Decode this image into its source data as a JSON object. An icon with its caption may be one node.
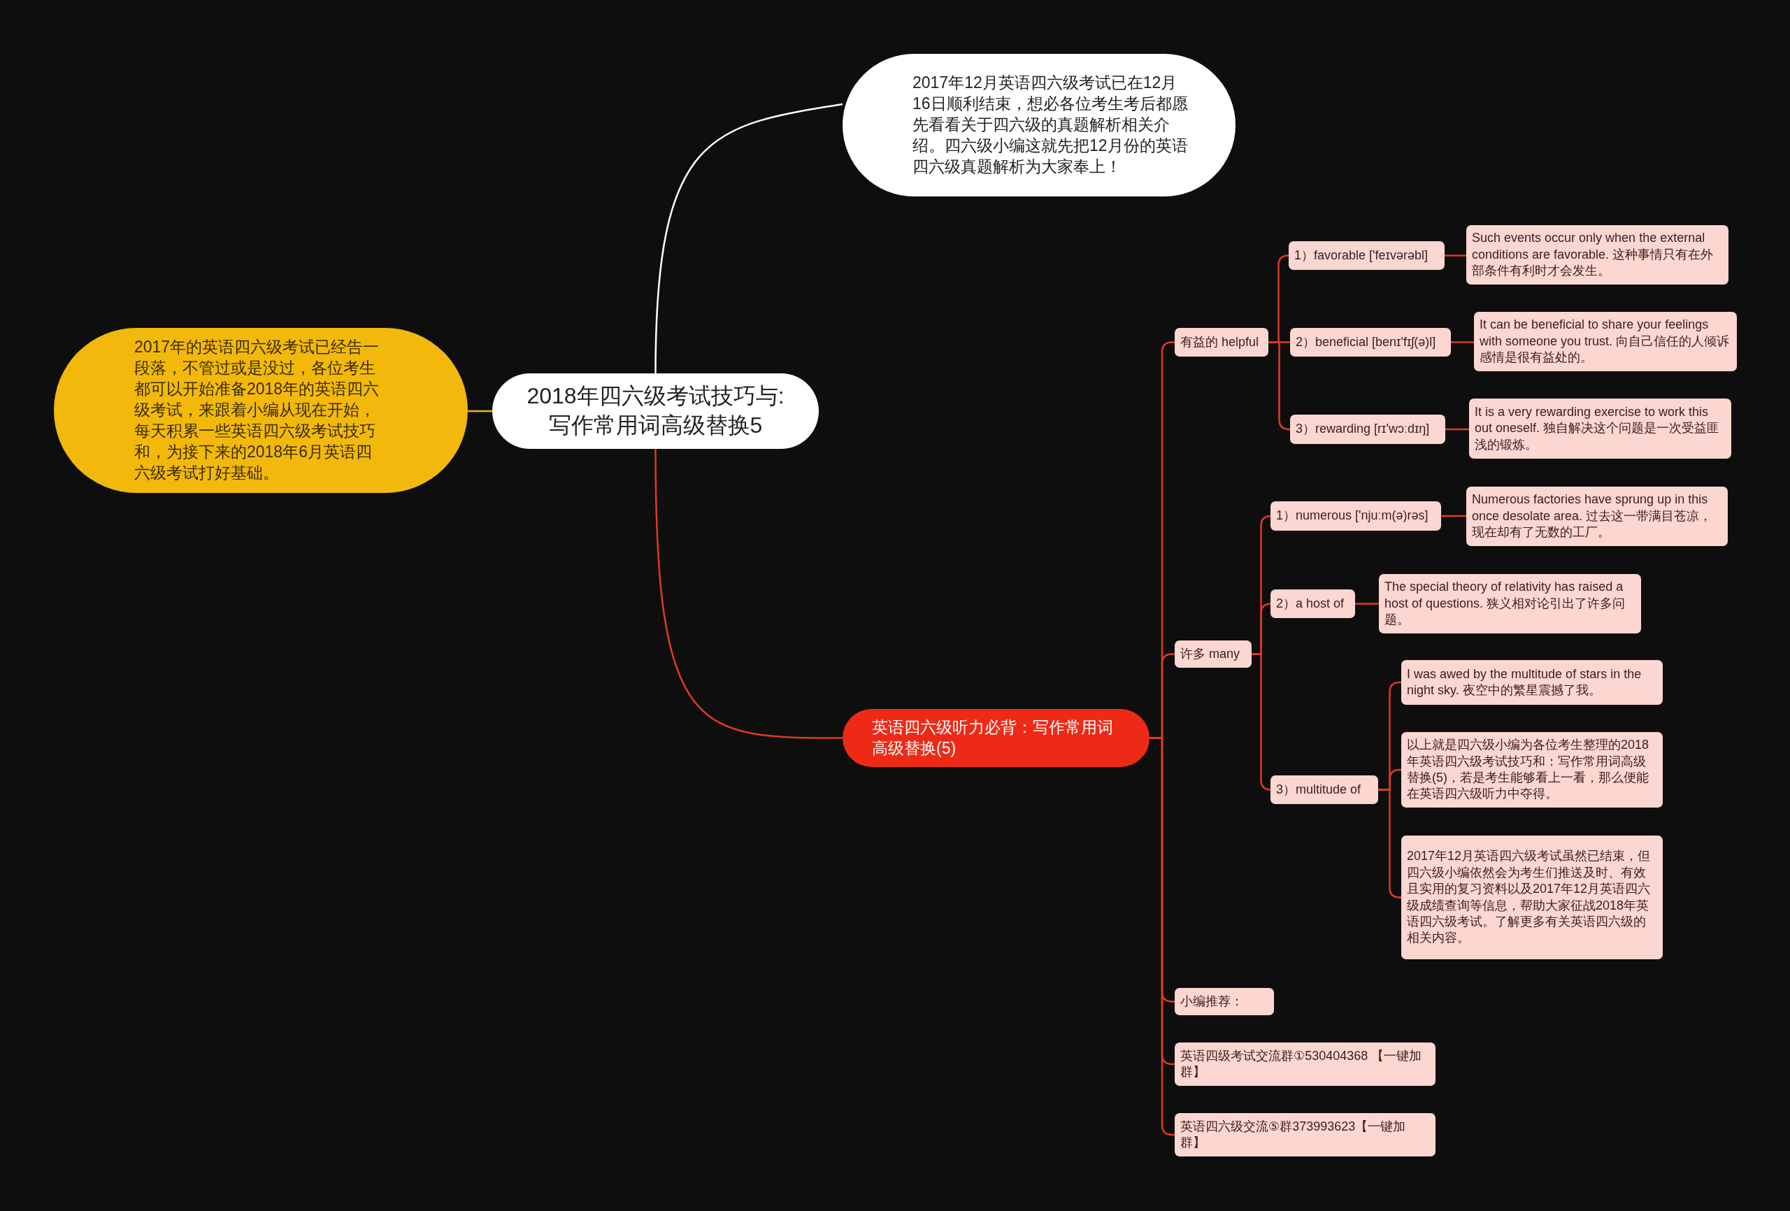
{
  "diagram": {
    "nodes": [
      {
        "text": [
          "2018年四六级考试技巧与:写作常用词高级替换5"
        ]
      },
      {
        "text": [
          "2017年12月英语四六级考试已在12月16日顺利结束，想必各位考生考后都愿先看看关于四六级的真题解析相关介绍。四六级小编这就先把12月份的英语四六级真题解析为大家奉上！"
        ]
      },
      {
        "text": [
          "2017年的英语四六级考试已经告一段落，不管过或是没过，各位考生都可以开始准备2018年的英语四六级考试，来跟着小编从现在开始，每天积累一些英语四六级考试技巧和，为接下来的2018年6月英语四六级考试打好基础。"
        ]
      },
      {
        "text": [
          "英语四六级听力必背：写作常用词高级替换(5)"
        ]
      },
      {
        "text": [
          "有益的 helpful"
        ]
      },
      {
        "text": [
          "1）favorable ['feɪvərəbl]"
        ]
      },
      {
        "text": [
          "Such events occur only when the external conditions are favorable. 这种事情只有在外部条件有利时才会发生。"
        ]
      },
      {
        "text": [
          "2）beneficial [benɪ'fɪʃ(ə)l]"
        ]
      },
      {
        "text": [
          "It can be beneficial to share your feelings with someone you trust. 向自己信任的人倾诉感情是很有益处的。"
        ]
      },
      {
        "text": [
          "3）rewarding [rɪ'wɔːdɪŋ]"
        ]
      },
      {
        "text": [
          "It is a very rewarding exercise to work this out oneself. 独自解决这个问题是一次受益匪浅的锻炼。"
        ]
      },
      {
        "text": [
          "许多 many"
        ]
      },
      {
        "text": [
          "1）numerous ['njuːm(ə)rəs]"
        ]
      },
      {
        "text": [
          "Numerous factories have sprung up in this once desolate area. 过去这一带满目苍凉，现在却有了无数的工厂。"
        ]
      },
      {
        "text": [
          "2）a host of"
        ]
      },
      {
        "text": [
          "The special theory of relativity has raised a host of questions. 狭义相对论引出了许多问题。"
        ]
      },
      {
        "text": [
          "3）multitude of"
        ]
      },
      {
        "text": [
          "I was awed by the multitude of stars in the night sky. 夜空中的繁星震撼了我。"
        ]
      },
      {
        "text": [
          "以上就是四六级小编为各位考生整理的2018年英语四六级考试技巧和：写作常用词高级替换(5)，若是考生能够看上一看，那么便能在英语四六级听力中夺得。"
        ]
      },
      {
        "text": [
          "2017年12月英语四六级考试虽然已结束，但四六级小编依然会为考生们推送及时、有效且实用的复习资料以及2017年12月英语四六级成绩查询等信息，帮助大家征战2018年英语四六级考试。了解更多有关英语四六级的相关内容。"
        ]
      },
      {
        "text": [
          "小编推荐："
        ]
      },
      {
        "text": [
          "英语四级考试交流群①530404368 【一键加群】"
        ]
      },
      {
        "text": [
          "英语四六级交流⑤群373993623【一键加群】"
        ]
      }
    ],
    "edges": [
      {
        "from": 0,
        "to": 1,
        "arrow": "none",
        "color": "#ffffff"
      },
      {
        "from": 0,
        "to": 2,
        "arrow": "none",
        "color": "#f2b90c"
      },
      {
        "from": 0,
        "to": 3,
        "arrow": "none"
      },
      {
        "from": 3,
        "to": 4,
        "arrow": "none"
      },
      {
        "from": 3,
        "to": 11,
        "arrow": "none"
      },
      {
        "from": 3,
        "to": 20,
        "arrow": "none"
      },
      {
        "from": 3,
        "to": 21,
        "arrow": "none"
      },
      {
        "from": 3,
        "to": 22,
        "arrow": "none"
      },
      {
        "from": 4,
        "to": 5,
        "arrow": "none"
      },
      {
        "from": 4,
        "to": 7,
        "arrow": "none"
      },
      {
        "from": 4,
        "to": 9,
        "arrow": "none"
      },
      {
        "from": 5,
        "to": 6,
        "arrow": "none"
      },
      {
        "from": 7,
        "to": 8,
        "arrow": "none"
      },
      {
        "from": 9,
        "to": 10,
        "arrow": "none"
      },
      {
        "from": 11,
        "to": 12,
        "arrow": "none"
      },
      {
        "from": 11,
        "to": 14,
        "arrow": "none"
      },
      {
        "from": 11,
        "to": 16,
        "arrow": "none"
      },
      {
        "from": 12,
        "to": 13,
        "arrow": "none"
      },
      {
        "from": 14,
        "to": 15,
        "arrow": "none"
      },
      {
        "from": 16,
        "to": 17,
        "arrow": "none"
      },
      {
        "from": 16,
        "to": 18,
        "arrow": "none"
      },
      {
        "from": 16,
        "to": 19,
        "arrow": "none"
      }
    ]
  }
}
